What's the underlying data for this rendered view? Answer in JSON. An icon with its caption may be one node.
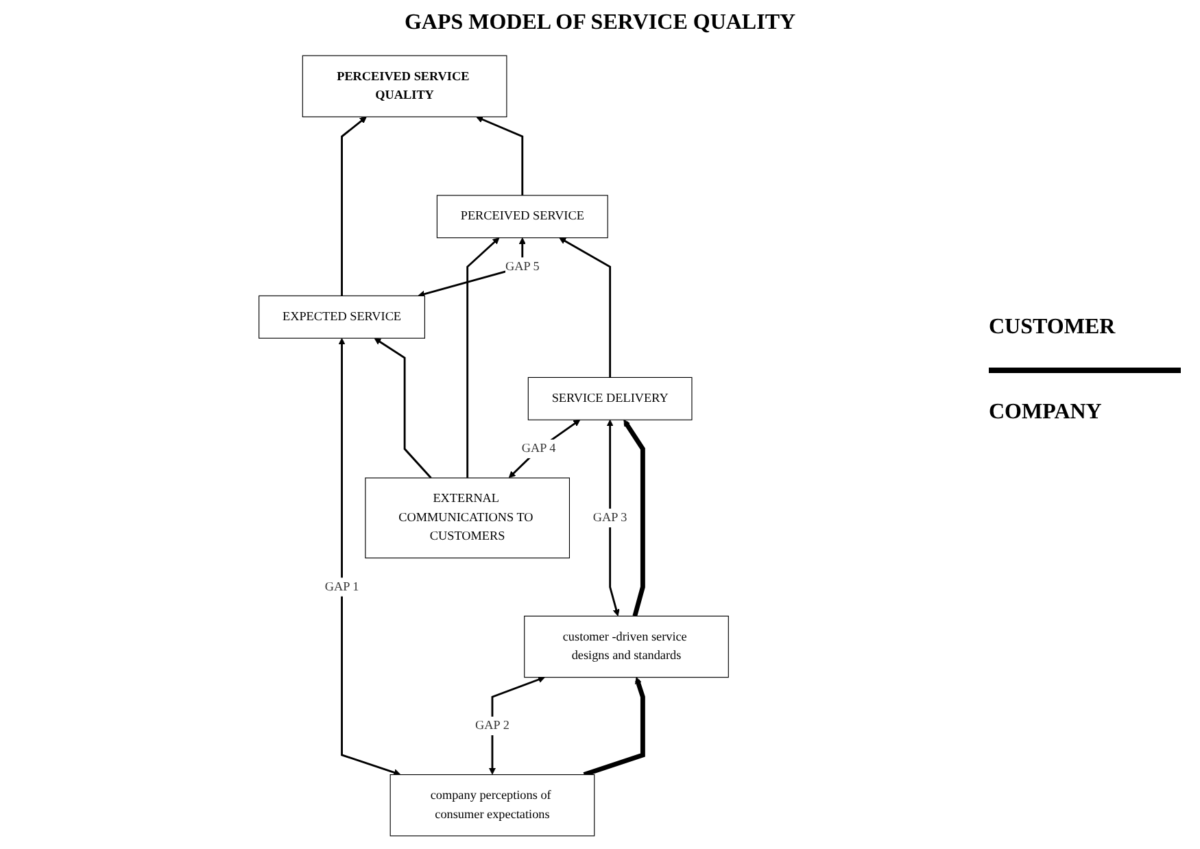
{
  "diagram": {
    "title": "GAPS MODEL OF SERVICE QUALITY",
    "nodes": [
      {
        "text": [
          "EXPECTED SERVICE"
        ]
      },
      {
        "text": [
          "PERCEIVED SERVICE QUALITY"
        ]
      },
      {
        "text": [
          "PERCEIVED SERVICE"
        ]
      },
      {
        "text": [
          "EXTERNAL COMMUNICATIONS TO CUSTOMERS"
        ]
      },
      {
        "text": [
          "SERVICE DELIVERY"
        ]
      },
      {
        "text": [
          "customer -driven service designs and standards"
        ]
      },
      {
        "text": [
          "company perceptions of consumer expectations"
        ]
      }
    ],
    "edges": [
      {
        "from": 6,
        "to": 0,
        "arrow": "both",
        "label": "GAP 1"
      },
      {
        "from": 3,
        "to": 0,
        "arrow": "to"
      },
      {
        "from": 3,
        "to": 2,
        "arrow": "to"
      },
      {
        "from": 0,
        "to": 2,
        "arrow": "both",
        "label": "GAP 5"
      },
      {
        "from": 0,
        "to": 1,
        "arrow": "to"
      },
      {
        "from": 2,
        "to": 1,
        "arrow": "to"
      },
      {
        "from": 4,
        "to": 2,
        "arrow": "to"
      },
      {
        "from": 3,
        "to": 4,
        "arrow": "both",
        "label": "GAP 4"
      },
      {
        "from": 5,
        "to": 4,
        "arrow": "both",
        "label": "GAP 3"
      },
      {
        "from": 5,
        "to": 4,
        "arrow": "to",
        "style": "thick"
      },
      {
        "from": 6,
        "to": 5,
        "arrow": "both",
        "label": "GAP 2"
      },
      {
        "from": 6,
        "to": 5,
        "arrow": "to",
        "style": "thick"
      }
    ],
    "labels": [
      "CUSTOMER",
      "COMPANY"
    ]
  }
}
